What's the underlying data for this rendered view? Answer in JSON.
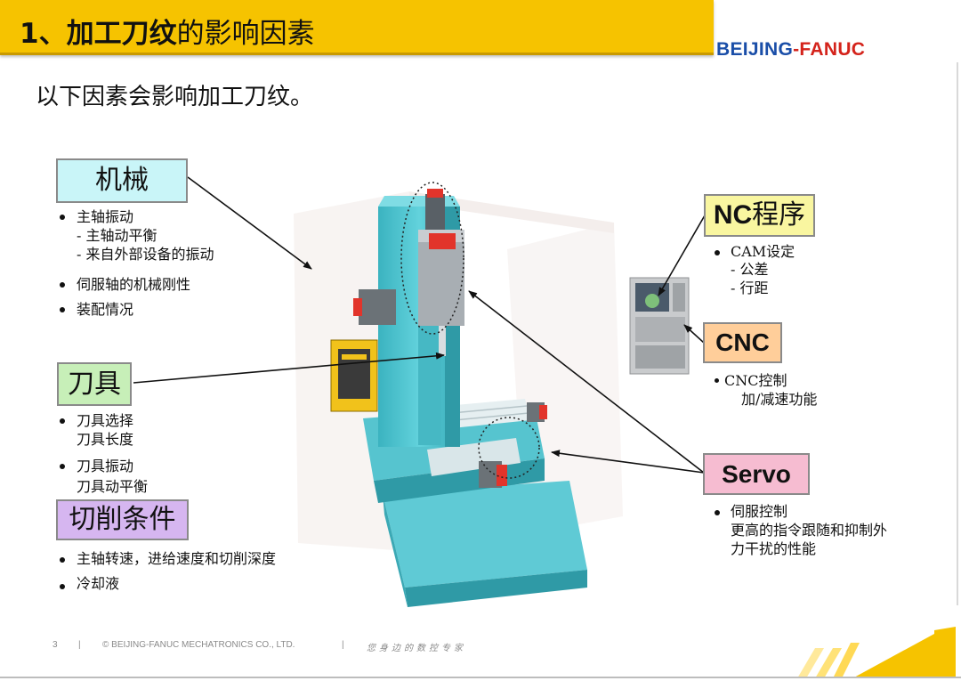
{
  "header": {
    "title_bold": "1、加工刀纹",
    "title_rest": "的影响因素",
    "logo_left": "BEIJING",
    "logo_sep": "-",
    "logo_right": "FANUC"
  },
  "intro": "以下因素会影响加工刀纹。",
  "left": {
    "mechanical": {
      "label": "机械",
      "lines": [
        "主轴振动",
        "- 主轴动平衡",
        "- 来自外部设备的振动",
        "伺服轴的机械刚性",
        "装配情况"
      ]
    },
    "tool": {
      "label": "刀具",
      "lines": [
        "刀具选择",
        "刀具长度",
        "刀具振动",
        "刀具动平衡"
      ]
    },
    "cutting": {
      "label": "切削条件",
      "lines": [
        "主轴转速，进给速度和切削深度",
        "冷却液"
      ]
    }
  },
  "right": {
    "nc": {
      "label_bold": "NC",
      "label_rest": "程序",
      "lines": [
        "CAM设定",
        "- 公差",
        "- 行距"
      ]
    },
    "cnc": {
      "label": "CNC",
      "lines": [
        "CNC控制",
        "加/减速功能"
      ]
    },
    "servo": {
      "label": "Servo",
      "lines": [
        "伺服控制",
        "更高的指令跟随和抑制外",
        "力干扰的性能"
      ]
    }
  },
  "footer": {
    "page": "3",
    "copyright": "© BEIJING-FANUC MECHATRONICS CO., LTD.",
    "slogan": "您身边的数控专家"
  },
  "colors": {
    "title_bg": "#f6c300",
    "logo_blue": "#1a4ea8",
    "logo_red": "#d4231b",
    "machine_body": "#52c6d2",
    "box_mechanical": "#c9f5f8",
    "box_tool": "#c7efb8",
    "box_cutting": "#d6b6f0",
    "box_nc": "#f9f6a0",
    "box_cnc": "#ffce9a",
    "box_servo": "#f6bcd1"
  }
}
